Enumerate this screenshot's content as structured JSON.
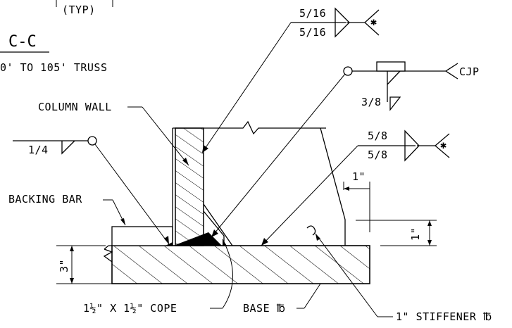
{
  "title": {
    "typ": "(TYP)",
    "section": "C-C",
    "subtitle": "0' TO 105' TRUSS"
  },
  "labels": {
    "column_wall": "COLUMN WALL",
    "backing_bar": "BACKING BAR",
    "base_plate": "BASE ℔",
    "stiffener": "1\" STIFFENER ℔",
    "cope": "1½\" X 1½\" COPE"
  },
  "welds": {
    "w1_top": "5/16",
    "w1_bottom": "5/16",
    "w2_size": "3/8",
    "w2_tail": "CJP",
    "w3_top": "5/8",
    "w3_bottom": "5/8",
    "w4_size": "1/4"
  },
  "dimensions": {
    "top_one_inch": "1\"",
    "right_one_inch": "1\"",
    "left_three_inch": "3\""
  }
}
